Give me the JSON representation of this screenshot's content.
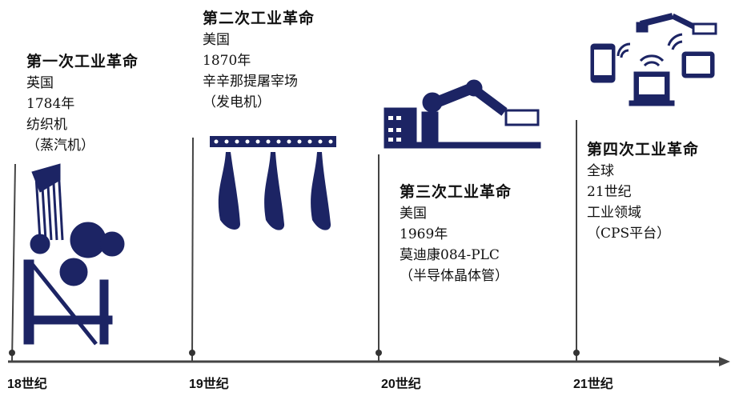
{
  "colors": {
    "navy": "#1c2464",
    "axis": "#444444"
  },
  "revolutions": [
    {
      "title": "第一次工业革命",
      "country": "英国",
      "year": "1784年",
      "item": "纺织机",
      "note": "（蒸汽机）",
      "era": "18世纪",
      "icon": "loom-icon"
    },
    {
      "title": "第二次工业革命",
      "country": "美国",
      "year": "1870年",
      "item": "辛辛那提屠宰场",
      "note": "（发电机）",
      "era": "19世纪",
      "icon": "slaughterhouse-conveyor-icon"
    },
    {
      "title": "第三次工业革命",
      "country": "美国",
      "year": "1969年",
      "item": "莫迪康084-PLC",
      "note": "（半导体晶体管）",
      "era": "20世纪",
      "icon": "robot-arm-icon"
    },
    {
      "title": "第四次工业革命",
      "country": "全球",
      "year": "21世纪",
      "item": "工业领域",
      "note": "（CPS平台）",
      "era": "21世纪",
      "icon": "connected-devices-icon"
    }
  ]
}
